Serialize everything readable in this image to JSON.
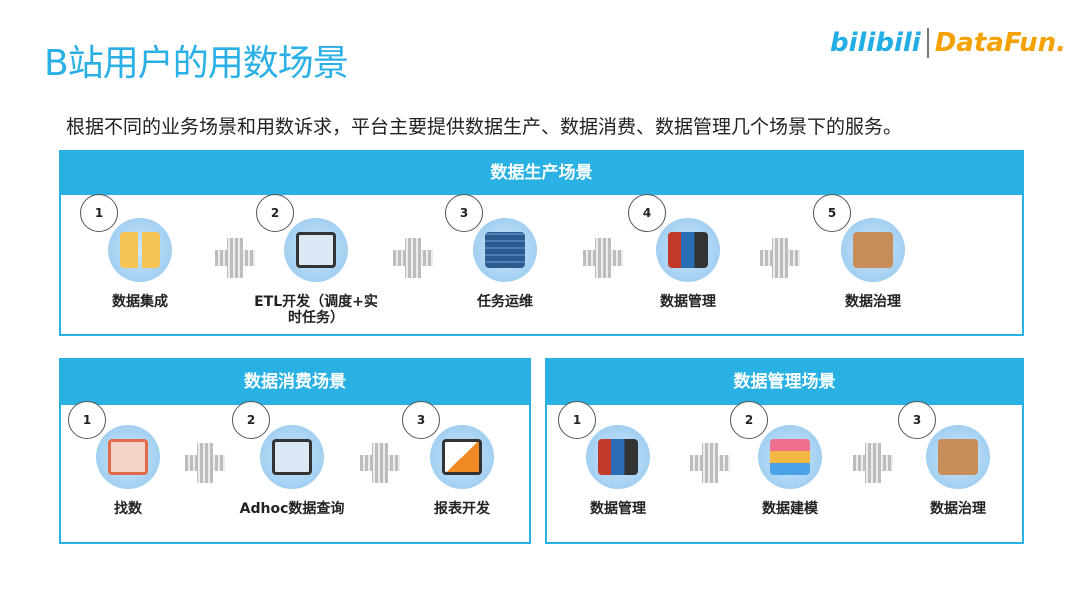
{
  "title": "B站用户的用数场景",
  "logo": {
    "left": "bilibili",
    "right": "DataFun."
  },
  "subtitle": "根据不同的业务场景和用数诉求，平台主要提供数据生产、数据消费、数据管理几个场景下的服务。",
  "colors": {
    "accent": "#29b1e3",
    "title": "#2ab0e6"
  },
  "production": {
    "title": "数据生产场景",
    "items": [
      {
        "num": "1",
        "label": "数据集成",
        "icon": "folder-transfer-icon"
      },
      {
        "num": "2",
        "label": "ETL开发（调度+实时任务）",
        "icon": "monitor-hourglass-icon"
      },
      {
        "num": "3",
        "label": "任务运维",
        "icon": "server-icon"
      },
      {
        "num": "4",
        "label": "数据管理",
        "icon": "binders-icon"
      },
      {
        "num": "5",
        "label": "数据治理",
        "icon": "boxes-icon"
      }
    ]
  },
  "consumption": {
    "title": "数据消费场景",
    "items": [
      {
        "num": "1",
        "label": "找数",
        "icon": "search-document-icon"
      },
      {
        "num": "2",
        "label": "Adhoc数据查询",
        "icon": "monitor-query-icon"
      },
      {
        "num": "3",
        "label": "报表开发",
        "icon": "chart-monitor-icon"
      }
    ]
  },
  "management": {
    "title": "数据管理场景",
    "items": [
      {
        "num": "1",
        "label": "数据管理",
        "icon": "binders-icon"
      },
      {
        "num": "2",
        "label": "数据建模",
        "icon": "layers-icon"
      },
      {
        "num": "3",
        "label": "数据治理",
        "icon": "boxes-icon"
      }
    ]
  }
}
